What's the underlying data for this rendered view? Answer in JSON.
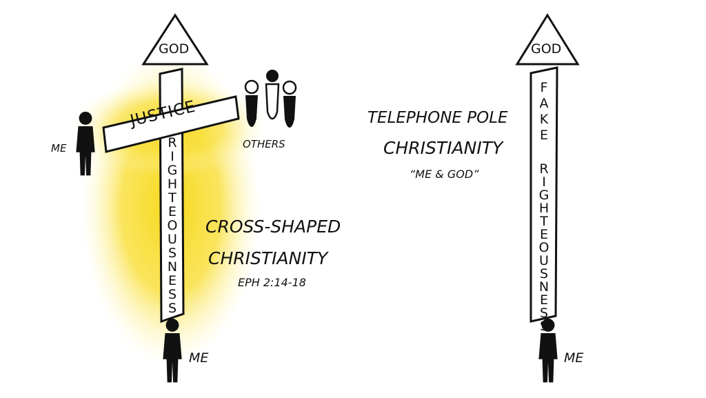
{
  "left": {
    "god_label": "GOD",
    "crossbar_label": "JUSTICE",
    "vertical_label": "RIGHTEOUSNESS",
    "me_side_label": "ME",
    "others_label": "OTHERS",
    "me_bottom_label": "ME",
    "title_line1": "Cross-Shaped",
    "title_line2": "Christianity",
    "reference": "Eph 2:14-18"
  },
  "right": {
    "god_label": "GOD",
    "pole_label_top": "FAKE",
    "pole_label_bottom": "RIGHTEOUSNESS",
    "me_label": "ME",
    "title_line1": "Telephone Pole",
    "title_line2": "Christianity",
    "subtitle": "“Me & God”"
  },
  "colors": {
    "glow": "#f7d81a",
    "ink": "#111111"
  }
}
